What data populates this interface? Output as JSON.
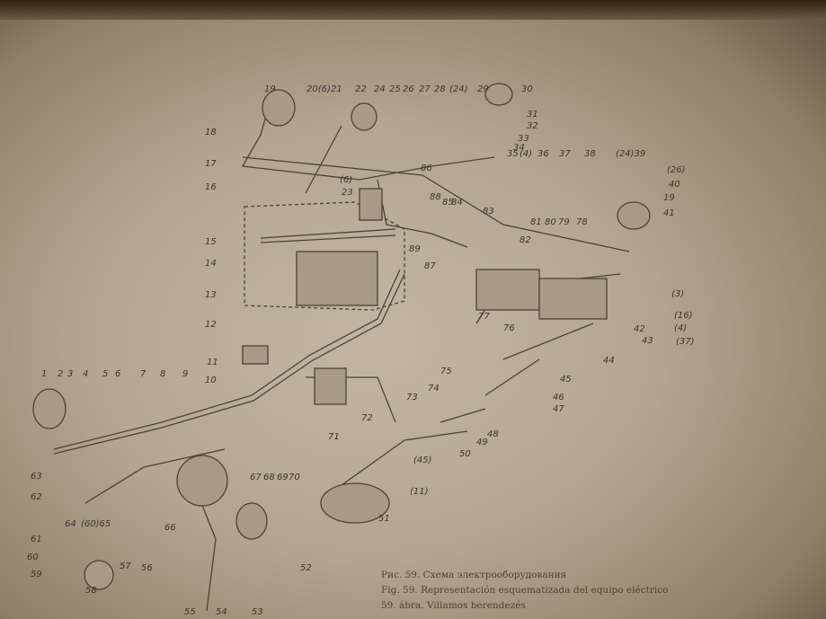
{
  "caption": {
    "ru": "Рис. 59. Схема электрооборудования",
    "es": "Fig. 59. Representación esquematizada del equipo eléctrico",
    "hu": "59. ábra. Villamos berendezés"
  },
  "labels": [
    "1",
    "2",
    "3",
    "4",
    "5",
    "6",
    "7",
    "8",
    "9",
    "10",
    "11",
    "12",
    "13",
    "14",
    "15",
    "16",
    "17",
    "18",
    "19",
    "20(6)",
    "21",
    "22",
    "24",
    "25",
    "26",
    "27",
    "28",
    "(24)",
    "29",
    "30",
    "31",
    "32",
    "33",
    "34",
    "35",
    "(4)",
    "36",
    "37",
    "38",
    "(24)39",
    "(26)",
    "40",
    "19",
    "41",
    "(6)",
    "23",
    "86",
    "88",
    "85",
    "84",
    "83",
    "81",
    "80",
    "79",
    "78",
    "82",
    "89",
    "87",
    "77",
    "76",
    "42",
    "43",
    "(3)",
    "(16)",
    "(4)",
    "(37)",
    "44",
    "45",
    "46",
    "47",
    "48",
    "49",
    "50",
    "(45)",
    "(11)",
    "51",
    "75",
    "74",
    "73",
    "72",
    "71",
    "67",
    "68",
    "69",
    "70",
    "52",
    "53",
    "54",
    "55",
    "56",
    "57",
    "58",
    "59",
    "60",
    "61",
    "62",
    "63",
    "64",
    "(60)65",
    "66"
  ]
}
